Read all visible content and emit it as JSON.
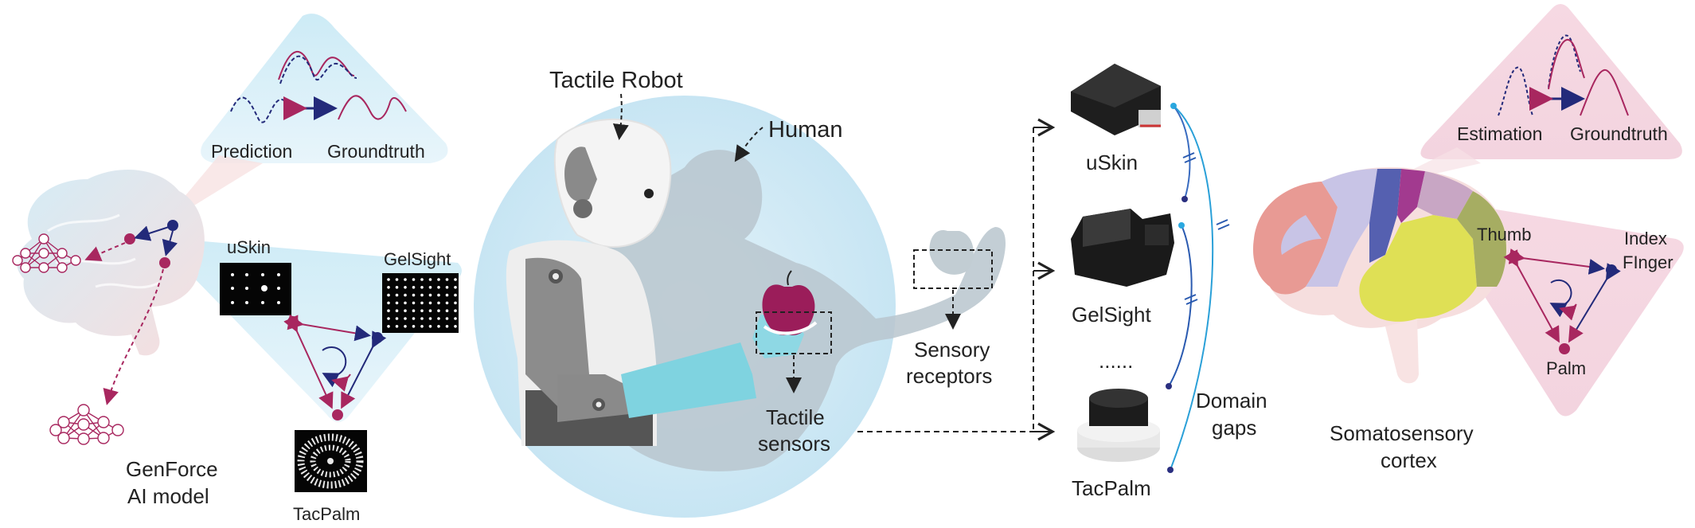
{
  "left_panel": {
    "prediction_label": "Prediction",
    "groundtruth_label": "Groundtruth",
    "model_line1": "GenForce",
    "model_line2": "AI model",
    "sensor_uskin": "uSkin",
    "sensor_gelsight": "GelSight",
    "sensor_tacpalm": "TacPalm"
  },
  "center_panel": {
    "tactile_robot_label": "Tactile Robot",
    "human_label": "Human",
    "tactile_sensors_line1": "Tactile",
    "tactile_sensors_line2": "sensors",
    "sensory_receptors_line1": "Sensory",
    "sensory_receptors_line2": "receptors"
  },
  "sensors_panel": {
    "uskin": "uSkin",
    "gelsight": "GelSight",
    "ellipsis": "......",
    "tacpalm": "TacPalm",
    "domain_gaps_line1": "Domain",
    "domain_gaps_line2": "gaps"
  },
  "right_panel": {
    "estimation_label": "Estimation",
    "groundtruth_label": "Groundtruth",
    "thumb_label": "Thumb",
    "index_line1": "Index",
    "index_line2": "FInger",
    "palm_label": "Palm",
    "cortex_line1": "Somatosensory",
    "cortex_line2": "cortex"
  },
  "colors": {
    "magenta": "#a8275f",
    "navy": "#232a7a",
    "light_blue": "#bfe3f2",
    "pink_bg": "#f3d7e0",
    "cyan_sleeve": "#7fd3e0",
    "apple": "#9b1d5a"
  }
}
